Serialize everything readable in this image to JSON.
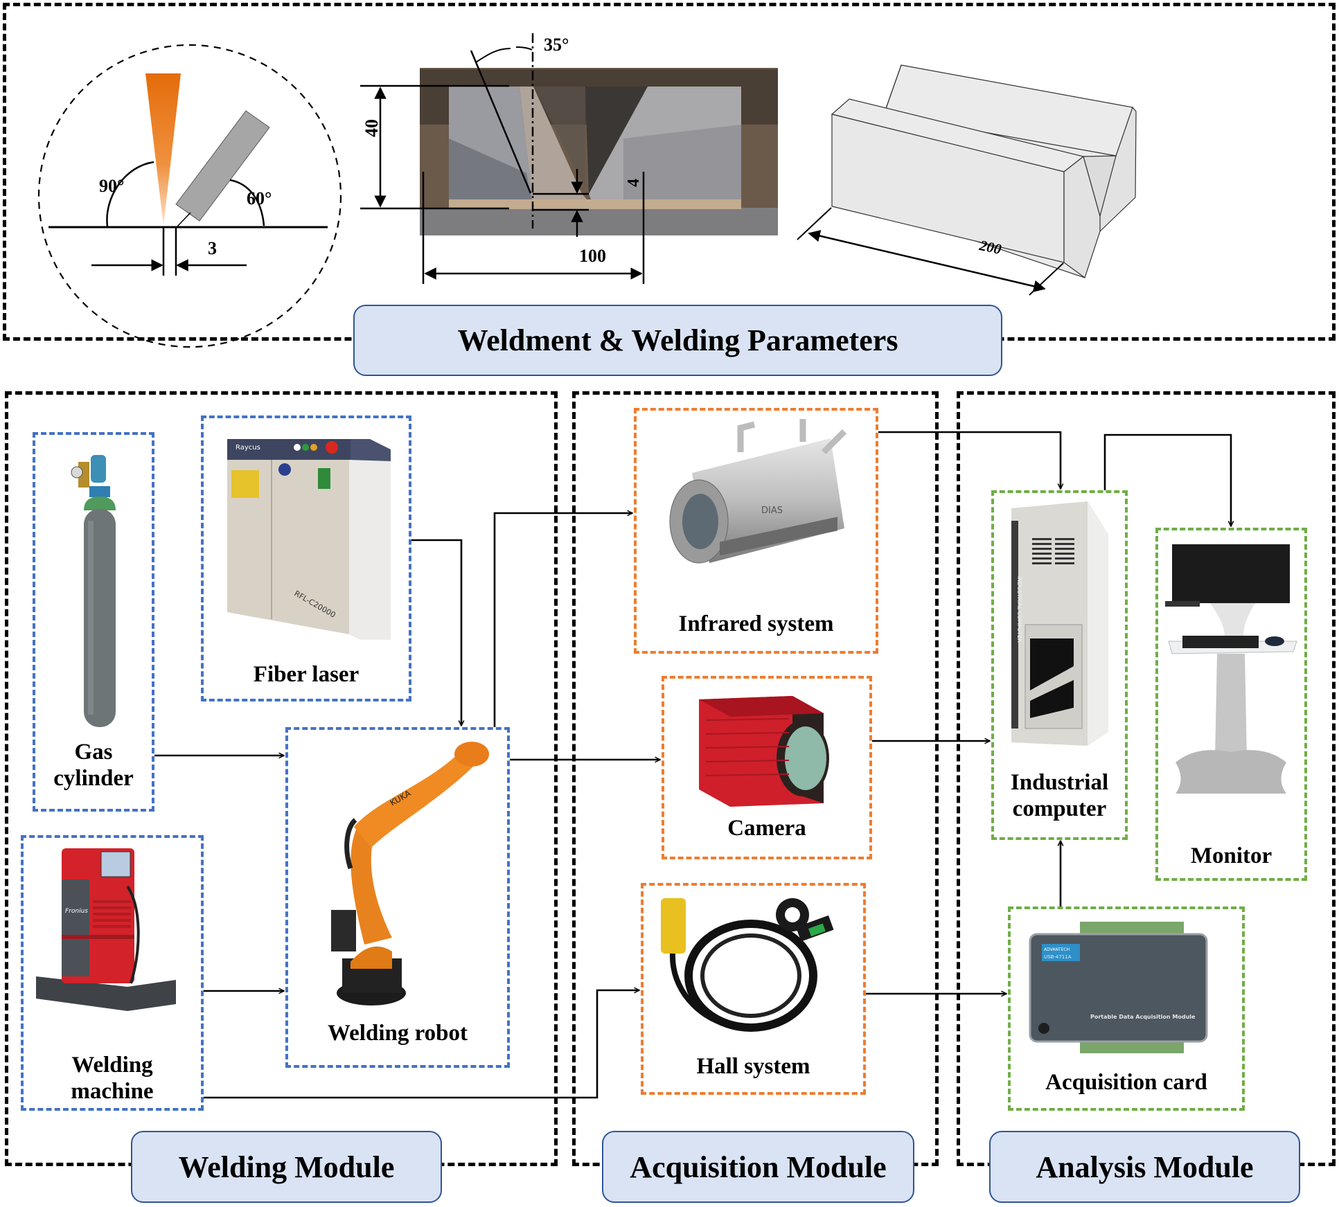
{
  "weldment_panel": {
    "title": "Weldment & Welding Parameters",
    "schematic": {
      "angle_laser": "90°",
      "angle_arc": "60°",
      "offset_label": "3"
    },
    "cross_section": {
      "groove_angle": "35°",
      "thickness": "40",
      "root_face": "4",
      "width": "100"
    },
    "isometric": {
      "length": "200"
    }
  },
  "modules": {
    "welding": {
      "label": "Welding Module",
      "devices": [
        {
          "name": "Gas cylinder",
          "line1": "Gas",
          "line2": "cylinder"
        },
        {
          "name": "Fiber laser",
          "line1": "Fiber laser",
          "model_text": "RFL-C20000",
          "brand_text": "Raycus"
        },
        {
          "name": "Welding robot",
          "line1": "Welding robot",
          "brand_text": "KUKA"
        },
        {
          "name": "Welding machine",
          "line1": "Welding",
          "line2": "machine",
          "brand_text": "Fronius"
        }
      ]
    },
    "acquisition": {
      "label": "Acquisition Module",
      "devices": [
        {
          "name": "Infrared system",
          "line1": "Infrared system",
          "brand_text": "DIAS"
        },
        {
          "name": "Camera",
          "line1": "Camera"
        },
        {
          "name": "Hall system",
          "line1": "Hall system"
        }
      ]
    },
    "analysis": {
      "label": "Analysis Module",
      "devices": [
        {
          "name": "Industrial computer",
          "line1": "Industrial",
          "line2": "computer",
          "side_text": "INDUSTRIAL COMPUTER"
        },
        {
          "name": "Monitor",
          "line1": "Monitor"
        },
        {
          "name": "Acquisition card",
          "line1": "Acquisition card",
          "brand_text": "ADVANTECH",
          "model_text": "USB-4711A",
          "caption_text": "Portable Data Acquisition Module"
        }
      ]
    }
  },
  "connections": [
    {
      "from": "Gas cylinder",
      "to": "Welding robot"
    },
    {
      "from": "Fiber laser",
      "to": "Welding robot"
    },
    {
      "from": "Welding machine",
      "to": "Welding robot"
    },
    {
      "from": "Welding robot",
      "to": "Infrared system"
    },
    {
      "from": "Welding robot",
      "to": "Camera"
    },
    {
      "from": "Welding machine",
      "to": "Hall system"
    },
    {
      "from": "Infrared system",
      "to": "Industrial computer"
    },
    {
      "from": "Camera",
      "to": "Industrial computer"
    },
    {
      "from": "Hall system",
      "to": "Acquisition card"
    },
    {
      "from": "Acquisition card",
      "to": "Industrial computer"
    },
    {
      "from": "Industrial computer",
      "to": "Monitor"
    }
  ],
  "colors": {
    "welding_box": "#4472c4",
    "acquisition_box": "#ed7d31",
    "analysis_box": "#70ad47",
    "label_fill": "#dae3f3",
    "label_border": "#2f5597",
    "laser_beam": "#e8731d"
  }
}
